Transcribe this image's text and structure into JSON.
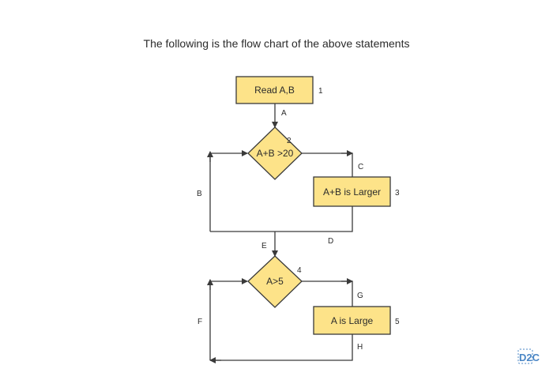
{
  "title": "The following is the flow chart of the above statements",
  "nodes": {
    "read": "Read A,B",
    "cond1": "A+B >20",
    "out1": "A+B is Larger",
    "cond2": "A>5",
    "out2": "A is Large"
  },
  "step_numbers": {
    "read": "1",
    "cond1": "2",
    "out1": "3",
    "cond2": "4",
    "out2": "5"
  },
  "edge_labels": {
    "A": "A",
    "B": "B",
    "C": "C",
    "D": "D",
    "E": "E",
    "F": "F",
    "G": "G",
    "H": "H"
  },
  "colors": {
    "node_fill": "#fde389",
    "stroke": "#3a3a3a",
    "watermark": "#4a86c5"
  },
  "watermark_text": "D2C"
}
